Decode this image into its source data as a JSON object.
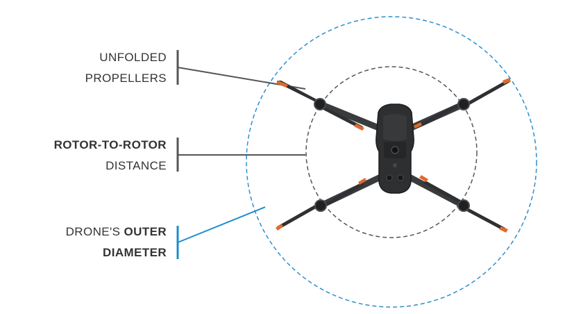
{
  "labels": {
    "propellers": {
      "line1": "UNFOLDED",
      "line2": "PROPELLERS"
    },
    "rotor": {
      "line1": "ROTOR-TO-ROTOR",
      "line2": "DISTANCE"
    },
    "diameter": {
      "line1_regular": "DRONE'S ",
      "line1_bold": "OUTER",
      "line2": "DIAMETER"
    }
  },
  "colors": {
    "text": "#333333",
    "gray_callout": "#555555",
    "blue_callout": "#1a8ccc",
    "outer_circle": "#2b8fcc",
    "inner_circle": "#555555",
    "drone_body": "#2e2f31",
    "arm": "#3a3b3d",
    "blade": "#2f3033",
    "blade_tip": "#e06a2c"
  },
  "icons": [
    "drone-icon",
    "propeller-icon"
  ]
}
